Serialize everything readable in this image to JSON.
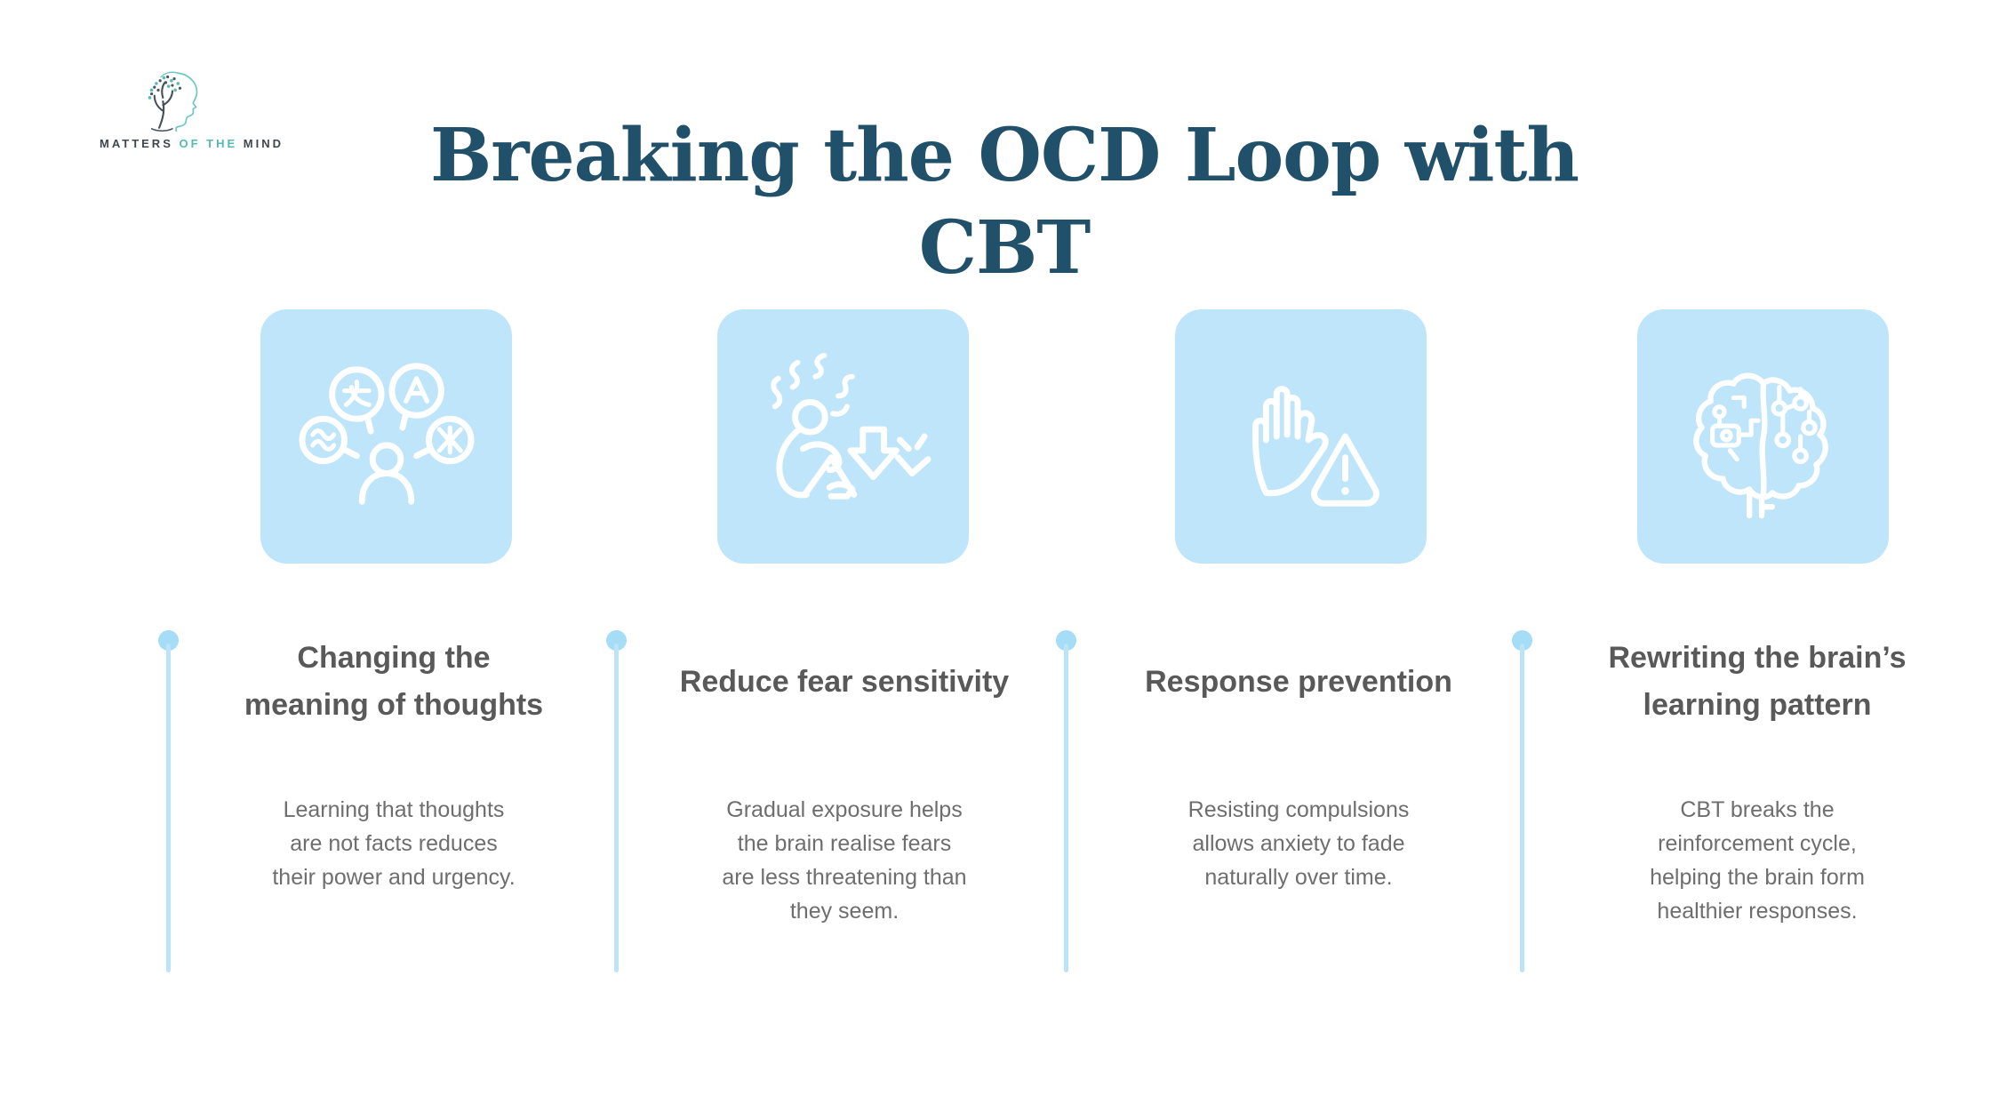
{
  "logo": {
    "brand_part1": "MATTERS",
    "brand_part2": "OF THE",
    "brand_part3": "MIND",
    "icon": "tree-head-profile-logo-icon"
  },
  "header": {
    "title": "Breaking the OCD Loop with CBT"
  },
  "colors": {
    "title_text": "#21506a",
    "icon_box_bg": "#bfe5fa",
    "timeline_blue": "#a5dcf6",
    "heading_gray": "#595959",
    "body_gray": "#6e6e6e",
    "logo_teal": "#55b9b2",
    "logo_dark": "#3f474e"
  },
  "steps": [
    {
      "icon": "speech-bubbles-languages-icon",
      "title": "Changing the meaning of thoughts",
      "title_lines": [
        "Changing the",
        "meaning of thoughts"
      ],
      "description": "Learning that thoughts are not facts reduces their power and urgency.",
      "description_lines": [
        "Learning that thoughts",
        "are not facts reduces",
        "their power and urgency."
      ]
    },
    {
      "icon": "anxious-person-down-arrows-icon",
      "title": "Reduce fear sensitivity",
      "title_lines": [
        "Reduce fear sensitivity"
      ],
      "description": "Gradual exposure helps the brain realise fears are less threatening than they seem.",
      "description_lines": [
        "Gradual exposure helps",
        "the brain realise fears",
        "are less threatening than",
        "they seem."
      ]
    },
    {
      "icon": "stop-hand-warning-icon",
      "title": "Response prevention",
      "title_lines": [
        "Response prevention"
      ],
      "description": "Resisting compulsions allows anxiety to fade naturally over time.",
      "description_lines": [
        "Resisting compulsions",
        "allows anxiety to fade",
        "naturally over time."
      ]
    },
    {
      "icon": "circuit-brain-icon",
      "title": "Rewriting the brain’s learning pattern",
      "title_lines": [
        "Rewriting the brain’s",
        "learning pattern"
      ],
      "description": "CBT breaks the reinforcement cycle, helping the brain form healthier responses.",
      "description_lines": [
        "CBT breaks the",
        "reinforcement cycle,",
        "helping the brain form",
        "healthier responses."
      ]
    }
  ]
}
